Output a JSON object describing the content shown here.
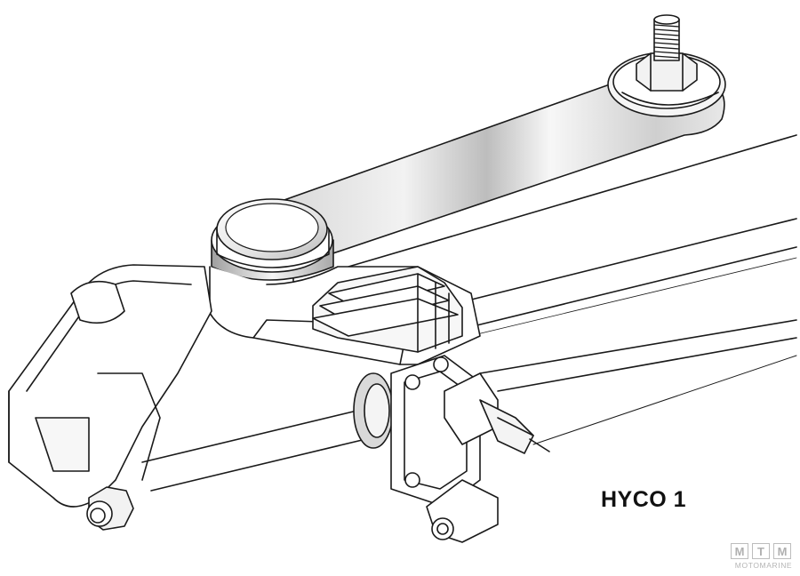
{
  "caption": "HYCO 1",
  "watermark": {
    "letters": [
      "M",
      "T",
      "M"
    ],
    "sub": "MOTOMARINE"
  },
  "colors": {
    "line": "#1a1a1a",
    "metal_light": "#f4f4f4",
    "metal_mid": "#c9c9c9",
    "metal_dark": "#9a9a9a"
  }
}
